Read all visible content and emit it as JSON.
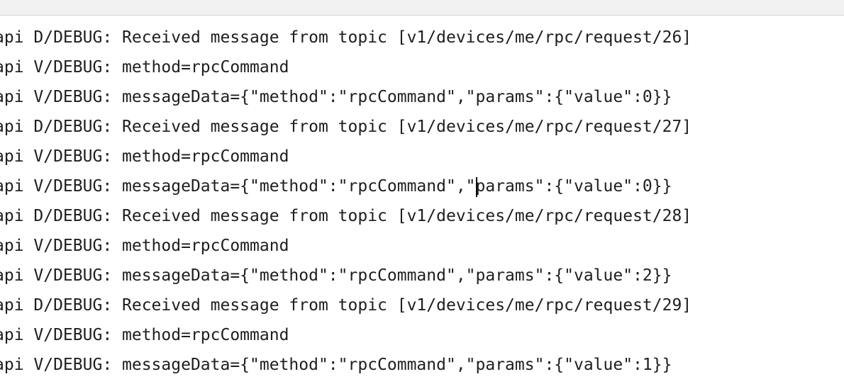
{
  "log": {
    "lines": [
      "api D/DEBUG: Received message from topic [v1/devices/me/rpc/request/26]",
      "api V/DEBUG: method=rpcCommand",
      "api V/DEBUG: messageData={\"method\":\"rpcCommand\",\"params\":{\"value\":0}}",
      "api D/DEBUG: Received message from topic [v1/devices/me/rpc/request/27]",
      "api V/DEBUG: method=rpcCommand",
      "api V/DEBUG: messageData={\"method\":\"rpcCommand\",\"",
      "api D/DEBUG: Received message from topic [v1/devices/me/rpc/request/28]",
      "api V/DEBUG: method=rpcCommand",
      "api V/DEBUG: messageData={\"method\":\"rpcCommand\",\"params\":{\"value\":2}}",
      "api D/DEBUG: Received message from topic [v1/devices/me/rpc/request/29]",
      "api V/DEBUG: method=rpcCommand",
      "api V/DEBUG: messageData={\"method\":\"rpcCommand\",\"params\":{\"value\":1}}"
    ],
    "caret_line_tail": "params\":{\"value\":0}}"
  }
}
